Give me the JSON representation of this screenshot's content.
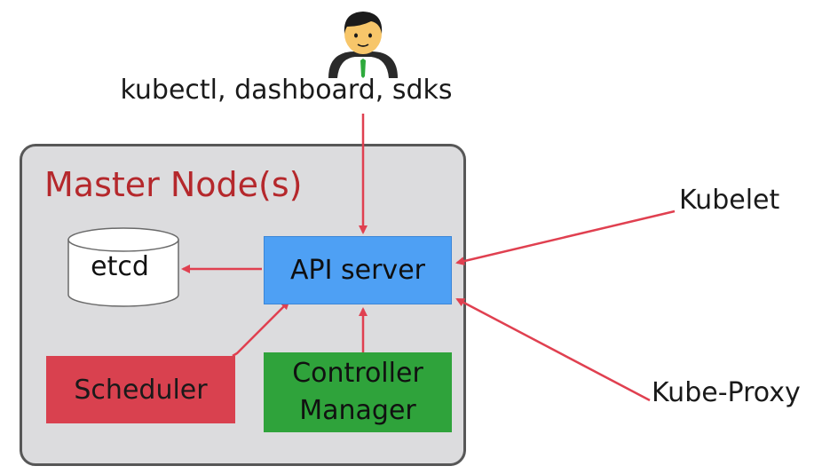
{
  "client": {
    "label": "kubectl, dashboard, sdks"
  },
  "master": {
    "title": "Master Node(s)",
    "components": {
      "api_server": "API server",
      "etcd": "etcd",
      "scheduler": "Scheduler",
      "controller_line1": "Controller",
      "controller_line2": "Manager"
    }
  },
  "external": {
    "kubelet": "Kubelet",
    "kube_proxy": "Kube-Proxy"
  },
  "colors": {
    "arrow": "#e04050",
    "api_server": "#4ea0f4",
    "scheduler": "#d9414f",
    "controller_manager": "#2fa33b",
    "master_bg": "#dcdcde",
    "master_title": "#b5282c"
  }
}
